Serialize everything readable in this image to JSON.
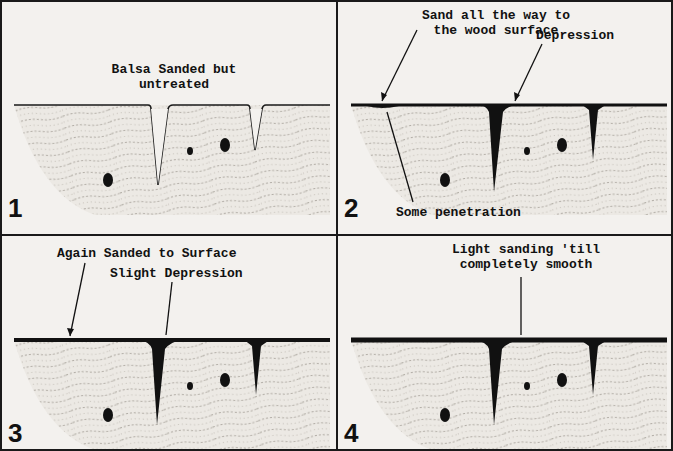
{
  "diagram": {
    "nodes": [
      {
        "text": [
          "Balsa Sanded but untreated",
          "1"
        ]
      },
      {
        "text": [
          "Sand all the way to the wood surface",
          "Depression",
          "Some penetration",
          "2"
        ]
      },
      {
        "text": [
          "Again Sanded to Surface",
          "Slight Depression",
          "3"
        ]
      },
      {
        "text": [
          "Light sanding 'till completely smooth",
          "4"
        ]
      }
    ]
  }
}
